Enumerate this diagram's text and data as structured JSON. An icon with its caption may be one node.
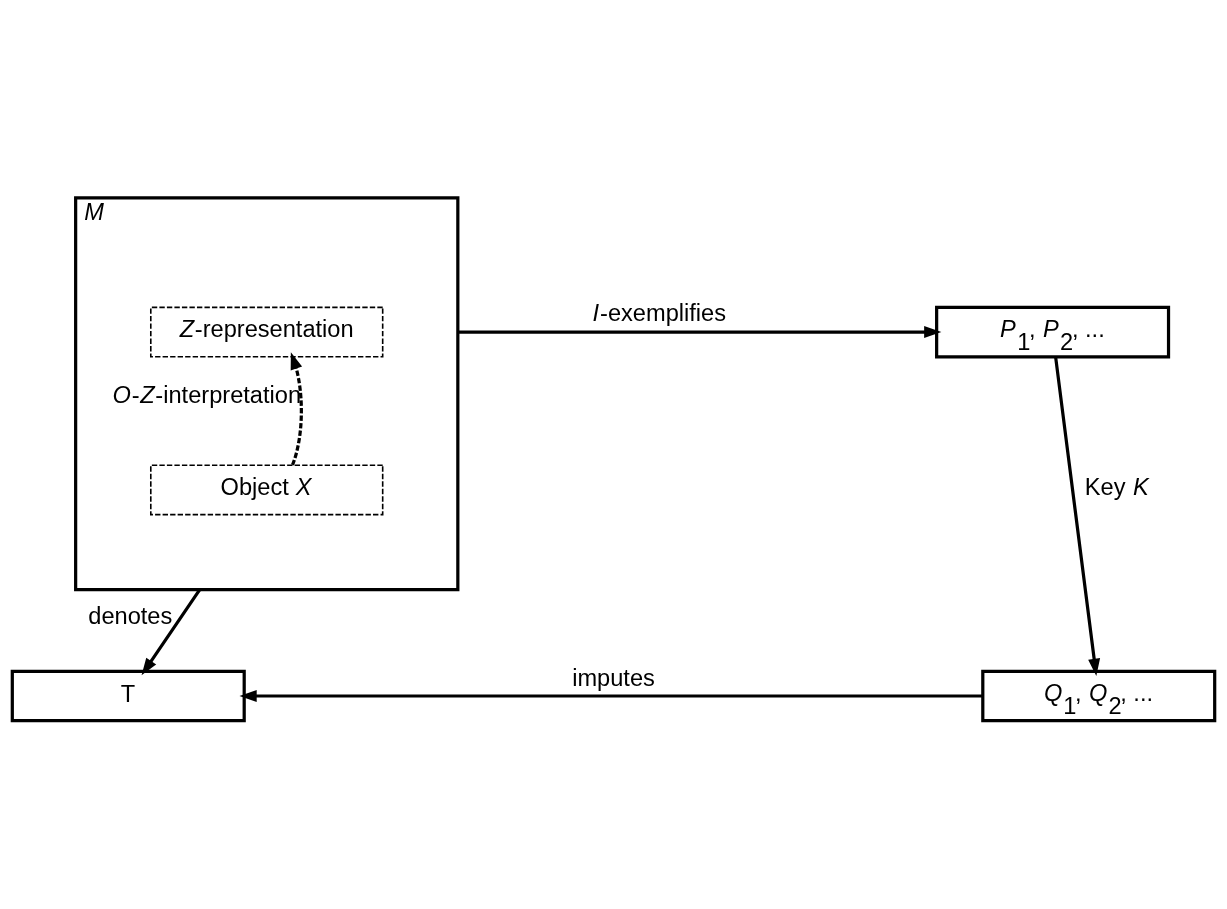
{
  "diagram": {
    "nodes": [
      {
        "text": [
          "*M*"
        ]
      },
      {
        "text": [
          "*Z*-representation"
        ],
        "in": 0
      },
      {
        "text": [
          "Object *X*"
        ],
        "in": 0
      },
      {
        "text": [
          "*P*$_{1}$, *P*$_{2}$, ..."
        ]
      },
      {
        "text": [
          "*Q*$_{1}$, *Q*$_{2}$, ..."
        ]
      },
      {
        "text": [
          "T"
        ]
      }
    ],
    "edges": [
      {
        "from": 2,
        "to": 1,
        "arrow": "to",
        "style": "dashed",
        "label": "*O*-*Z*-interpretation"
      },
      {
        "from": 0,
        "to": 3,
        "arrow": "to",
        "label": "*I*-exemplifies"
      },
      {
        "from": 3,
        "to": 4,
        "arrow": "to",
        "label": "Key *K*"
      },
      {
        "from": 4,
        "to": 5,
        "arrow": "to",
        "label": "imputes"
      },
      {
        "from": 0,
        "to": 5,
        "arrow": "to",
        "label": "denotes"
      }
    ]
  }
}
